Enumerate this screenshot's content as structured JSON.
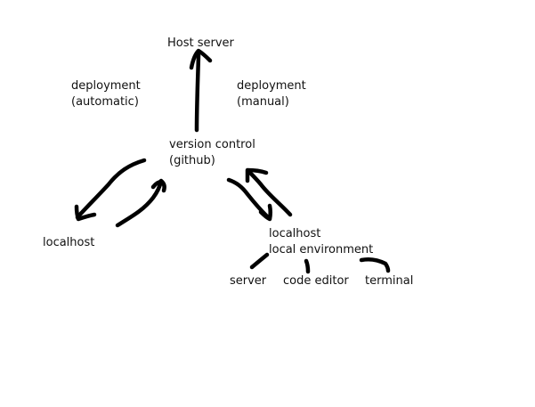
{
  "nodes": {
    "host_server": "Host server",
    "deploy_auto_1": "deployment",
    "deploy_auto_2": "(automatic)",
    "deploy_manual_1": "deployment",
    "deploy_manual_2": "(manual)",
    "vc_1": "version control",
    "vc_2": "(github)",
    "localhost_left": "localhost",
    "localhost_right": "localhost",
    "local_env": "local environment",
    "server": "server",
    "code_editor": "code editor",
    "terminal": "terminal"
  },
  "colors": {
    "ink": "#000000",
    "background": "#ffffff"
  }
}
